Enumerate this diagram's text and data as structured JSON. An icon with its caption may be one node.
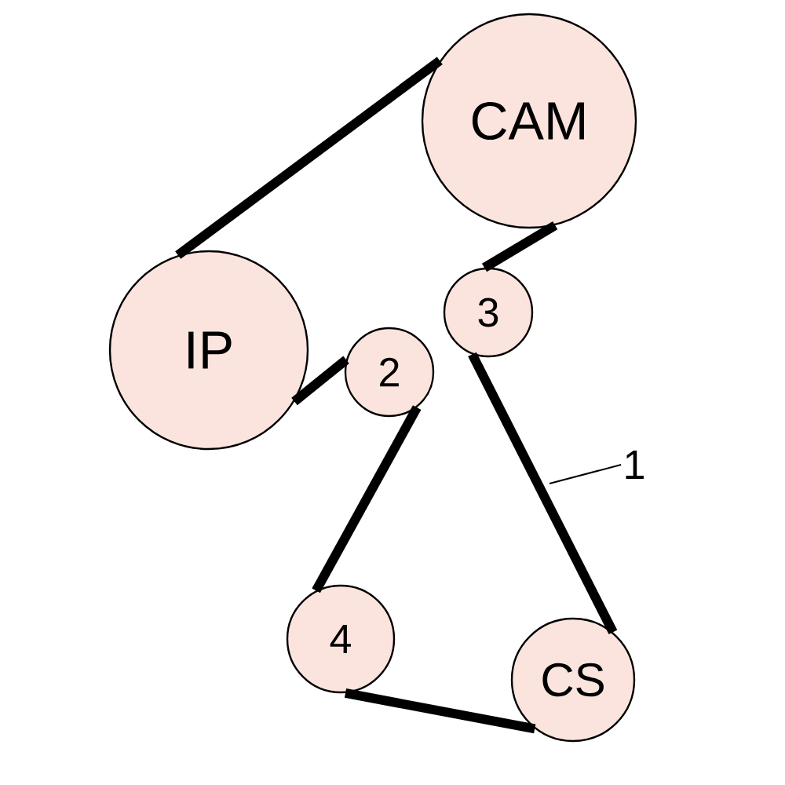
{
  "diagram": {
    "nodes": [
      {
        "text": [
          "CAM"
        ]
      },
      {
        "text": [
          "IP"
        ]
      },
      {
        "text": [
          "3"
        ]
      },
      {
        "text": [
          "2"
        ]
      },
      {
        "text": [
          "4"
        ]
      },
      {
        "text": [
          "CS"
        ]
      },
      {
        "text": [
          "1"
        ]
      }
    ],
    "edges": [
      {
        "from": 0,
        "to": 1,
        "arrow": "none"
      },
      {
        "from": 1,
        "to": 3,
        "arrow": "none"
      },
      {
        "from": 3,
        "to": 4,
        "arrow": "none"
      },
      {
        "from": 4,
        "to": 5,
        "arrow": "none"
      },
      {
        "from": 5,
        "to": 2,
        "arrow": "none"
      },
      {
        "from": 2,
        "to": 0,
        "arrow": "none"
      },
      {
        "from": 6,
        "to": null,
        "arrow": "none"
      }
    ]
  }
}
